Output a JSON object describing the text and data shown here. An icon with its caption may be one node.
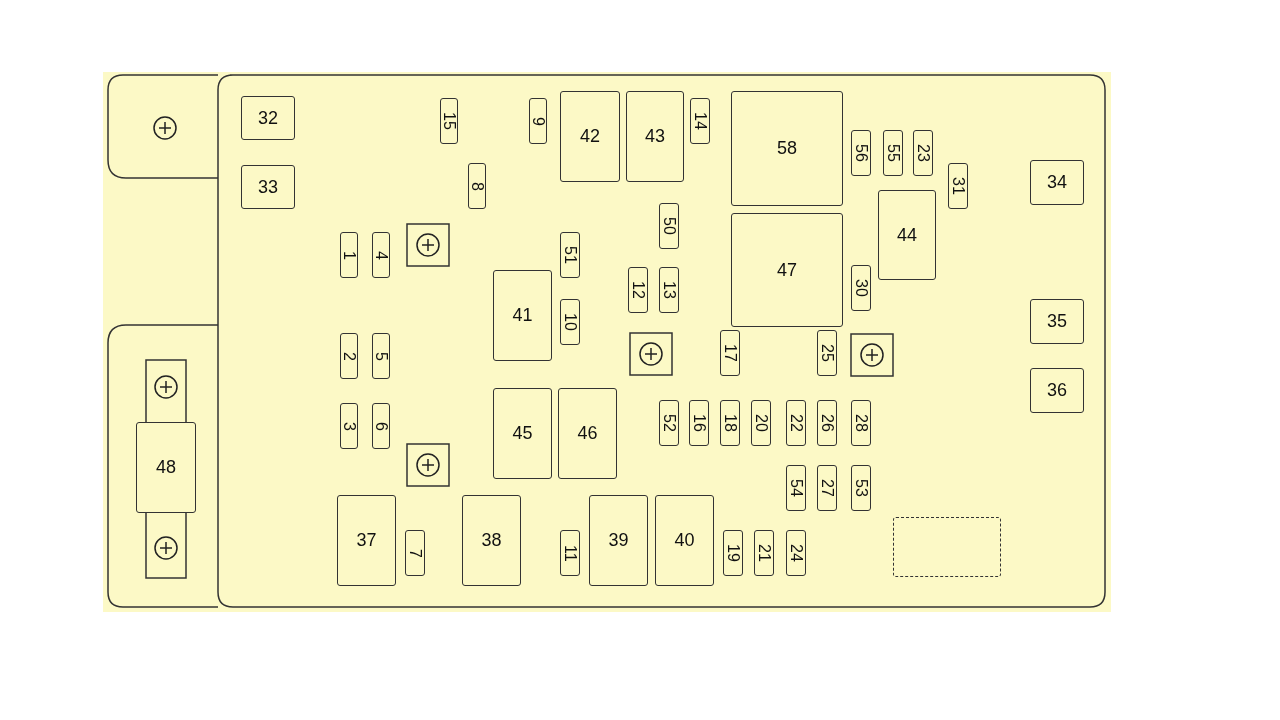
{
  "diagram": {
    "nodes": [
      {
        "text": [
          "32"
        ]
      },
      {
        "text": [
          "33"
        ]
      },
      {
        "text": [
          "15"
        ]
      },
      {
        "text": [
          "9"
        ]
      },
      {
        "text": [
          "42"
        ]
      },
      {
        "text": [
          "43"
        ]
      },
      {
        "text": [
          "14"
        ]
      },
      {
        "text": [
          "58"
        ]
      },
      {
        "text": [
          "56"
        ]
      },
      {
        "text": [
          "55"
        ]
      },
      {
        "text": [
          "23"
        ]
      },
      {
        "text": [
          "31"
        ]
      },
      {
        "text": [
          "34"
        ]
      },
      {
        "text": [
          "8"
        ]
      },
      {
        "text": [
          "50"
        ]
      },
      {
        "text": [
          "44"
        ]
      },
      {
        "text": [
          "47"
        ]
      },
      {
        "text": [
          "1"
        ]
      },
      {
        "text": [
          "4"
        ]
      },
      {
        "text": [
          "51"
        ]
      },
      {
        "text": [
          "41"
        ]
      },
      {
        "text": [
          "12"
        ]
      },
      {
        "text": [
          "13"
        ]
      },
      {
        "text": [
          "30"
        ]
      },
      {
        "text": [
          "10"
        ]
      },
      {
        "text": [
          "35"
        ]
      },
      {
        "text": [
          "2"
        ]
      },
      {
        "text": [
          "5"
        ]
      },
      {
        "text": [
          "17"
        ]
      },
      {
        "text": [
          "25"
        ]
      },
      {
        "text": [
          "36"
        ]
      },
      {
        "text": [
          "48"
        ]
      },
      {
        "text": [
          "3"
        ]
      },
      {
        "text": [
          "6"
        ]
      },
      {
        "text": [
          "45"
        ]
      },
      {
        "text": [
          "46"
        ]
      },
      {
        "text": [
          "52"
        ]
      },
      {
        "text": [
          "16"
        ]
      },
      {
        "text": [
          "18"
        ]
      },
      {
        "text": [
          "20"
        ]
      },
      {
        "text": [
          "22"
        ]
      },
      {
        "text": [
          "26"
        ]
      },
      {
        "text": [
          "28"
        ]
      },
      {
        "text": [
          "54"
        ]
      },
      {
        "text": [
          "27"
        ]
      },
      {
        "text": [
          "53"
        ]
      },
      {
        "text": [
          "37"
        ]
      },
      {
        "text": [
          "7"
        ]
      },
      {
        "text": [
          "38"
        ]
      },
      {
        "text": [
          "11"
        ]
      },
      {
        "text": [
          "39"
        ]
      },
      {
        "text": [
          "40"
        ]
      },
      {
        "text": [
          "19"
        ]
      },
      {
        "text": [
          "21"
        ]
      },
      {
        "text": [
          "24"
        ]
      },
      {
        "text": [],
        "shape": "box"
      }
    ],
    "edges": []
  }
}
